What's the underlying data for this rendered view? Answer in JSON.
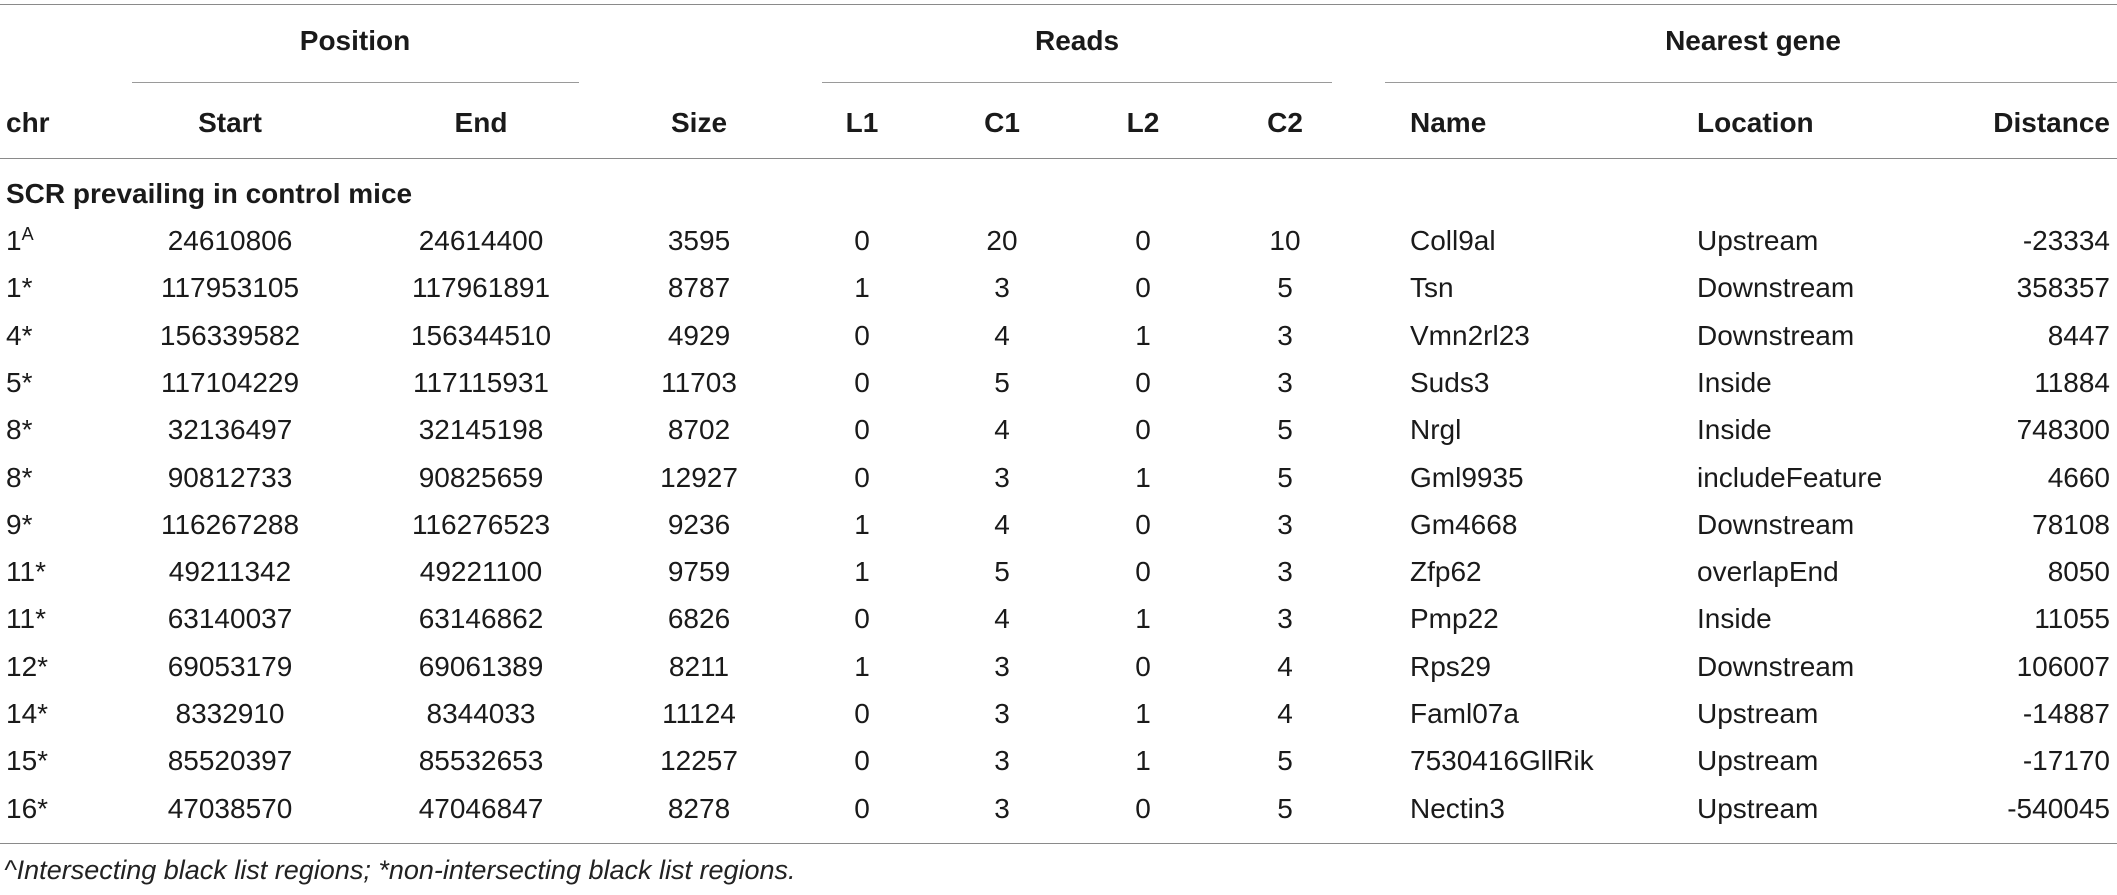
{
  "header": {
    "group_position": "Position",
    "group_reads": "Reads",
    "group_nearest": "Nearest gene",
    "columns": {
      "chr": "chr",
      "start": "Start",
      "end": "End",
      "size": "Size",
      "l1": "L1",
      "c1": "C1",
      "l2": "L2",
      "c2": "C2",
      "name": "Name",
      "location": "Location",
      "distance": "Distance"
    }
  },
  "section_title": "SCR prevailing in control mice",
  "rows": [
    {
      "chr": "1",
      "mark": "A",
      "start": "24610806",
      "end": "24614400",
      "size": "3595",
      "l1": "0",
      "c1": "20",
      "l2": "0",
      "c2": "10",
      "name": "Coll9al",
      "location": "Upstream",
      "distance": "-23334"
    },
    {
      "chr": "1*",
      "mark": "",
      "start": "117953105",
      "end": "117961891",
      "size": "8787",
      "l1": "1",
      "c1": "3",
      "l2": "0",
      "c2": "5",
      "name": "Tsn",
      "location": "Downstream",
      "distance": "358357"
    },
    {
      "chr": "4*",
      "mark": "",
      "start": "156339582",
      "end": "156344510",
      "size": "4929",
      "l1": "0",
      "c1": "4",
      "l2": "1",
      "c2": "3",
      "name": "Vmn2rl23",
      "location": "Downstream",
      "distance": "8447"
    },
    {
      "chr": "5*",
      "mark": "",
      "start": "117104229",
      "end": "117115931",
      "size": "11703",
      "l1": "0",
      "c1": "5",
      "l2": "0",
      "c2": "3",
      "name": "Suds3",
      "location": "Inside",
      "distance": "11884"
    },
    {
      "chr": "8*",
      "mark": "",
      "start": "32136497",
      "end": "32145198",
      "size": "8702",
      "l1": "0",
      "c1": "4",
      "l2": "0",
      "c2": "5",
      "name": "Nrgl",
      "location": "Inside",
      "distance": "748300"
    },
    {
      "chr": "8*",
      "mark": "",
      "start": "90812733",
      "end": "90825659",
      "size": "12927",
      "l1": "0",
      "c1": "3",
      "l2": "1",
      "c2": "5",
      "name": "Gml9935",
      "location": "includeFeature",
      "distance": "4660"
    },
    {
      "chr": "9*",
      "mark": "",
      "start": "116267288",
      "end": "116276523",
      "size": "9236",
      "l1": "1",
      "c1": "4",
      "l2": "0",
      "c2": "3",
      "name": "Gm4668",
      "location": "Downstream",
      "distance": "78108"
    },
    {
      "chr": "11*",
      "mark": "",
      "start": "49211342",
      "end": "49221100",
      "size": "9759",
      "l1": "1",
      "c1": "5",
      "l2": "0",
      "c2": "3",
      "name": "Zfp62",
      "location": "overlapEnd",
      "distance": "8050"
    },
    {
      "chr": "11*",
      "mark": "",
      "start": "63140037",
      "end": "63146862",
      "size": "6826",
      "l1": "0",
      "c1": "4",
      "l2": "1",
      "c2": "3",
      "name": "Pmp22",
      "location": "Inside",
      "distance": "11055"
    },
    {
      "chr": "12*",
      "mark": "",
      "start": "69053179",
      "end": "69061389",
      "size": "8211",
      "l1": "1",
      "c1": "3",
      "l2": "0",
      "c2": "4",
      "name": "Rps29",
      "location": "Downstream",
      "distance": "106007"
    },
    {
      "chr": "14*",
      "mark": "",
      "start": "8332910",
      "end": "8344033",
      "size": "11124",
      "l1": "0",
      "c1": "3",
      "l2": "1",
      "c2": "4",
      "name": "Faml07a",
      "location": "Upstream",
      "distance": "-14887"
    },
    {
      "chr": "15*",
      "mark": "",
      "start": "85520397",
      "end": "85532653",
      "size": "12257",
      "l1": "0",
      "c1": "3",
      "l2": "1",
      "c2": "5",
      "name": "7530416GllRik",
      "location": "Upstream",
      "distance": "-17170"
    },
    {
      "chr": "16*",
      "mark": "",
      "start": "47038570",
      "end": "47046847",
      "size": "8278",
      "l1": "0",
      "c1": "3",
      "l2": "0",
      "c2": "5",
      "name": "Nectin3",
      "location": "Upstream",
      "distance": "-540045"
    }
  ],
  "footnote": "^Intersecting black list regions; *non-intersecting black list regions."
}
